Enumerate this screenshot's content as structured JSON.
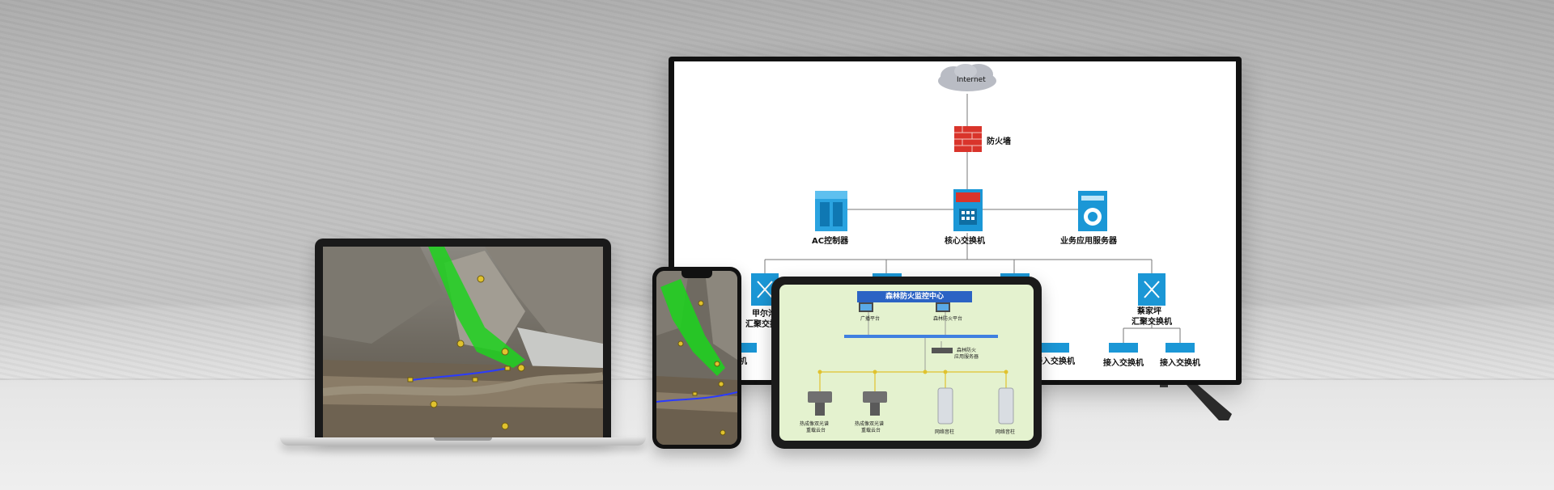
{
  "network_diagram": {
    "internet_label": "Internet",
    "firewall_label": "防火墙",
    "core_switch_label": "核心交换机",
    "ac_controller_label": "AC控制器",
    "app_server_label": "业务应用服务器",
    "agg_switch_left_label_line1": "甲尔沟",
    "agg_switch_left_label_line2": "汇聚交换机",
    "agg_switch_right_label_line1": "蔡家坪",
    "agg_switch_right_label_line2": "汇聚交换机",
    "access_switch_label": "接入交换机",
    "access_switch_label_2": "接入交换机",
    "access_switch_label_3": "接入交换机",
    "access_switch_partial_label": "机"
  },
  "tablet_diagram": {
    "title": "森林防火监控中心",
    "broadcast_platform": "广播平台",
    "fire_platform": "森林防火平台",
    "storage_line1": "森林防火",
    "storage_line2": "应用服务器",
    "camera_label_line1": "热成像双光谱",
    "camera_label_line2": "重载云台",
    "camera_label_2_line1": "热成像双光谱",
    "camera_label_2_line2": "重载云台",
    "speaker_label": "网络音柱",
    "speaker_label_2": "网络音柱"
  },
  "colors": {
    "map_green": "#1ed21e",
    "route_blue": "#2a3bff",
    "switch_blue": "#1b97d6",
    "firewall_red": "#d9342b",
    "tablet_bg": "#e4f2cf",
    "tablet_title_bg": "#2b63c4"
  }
}
